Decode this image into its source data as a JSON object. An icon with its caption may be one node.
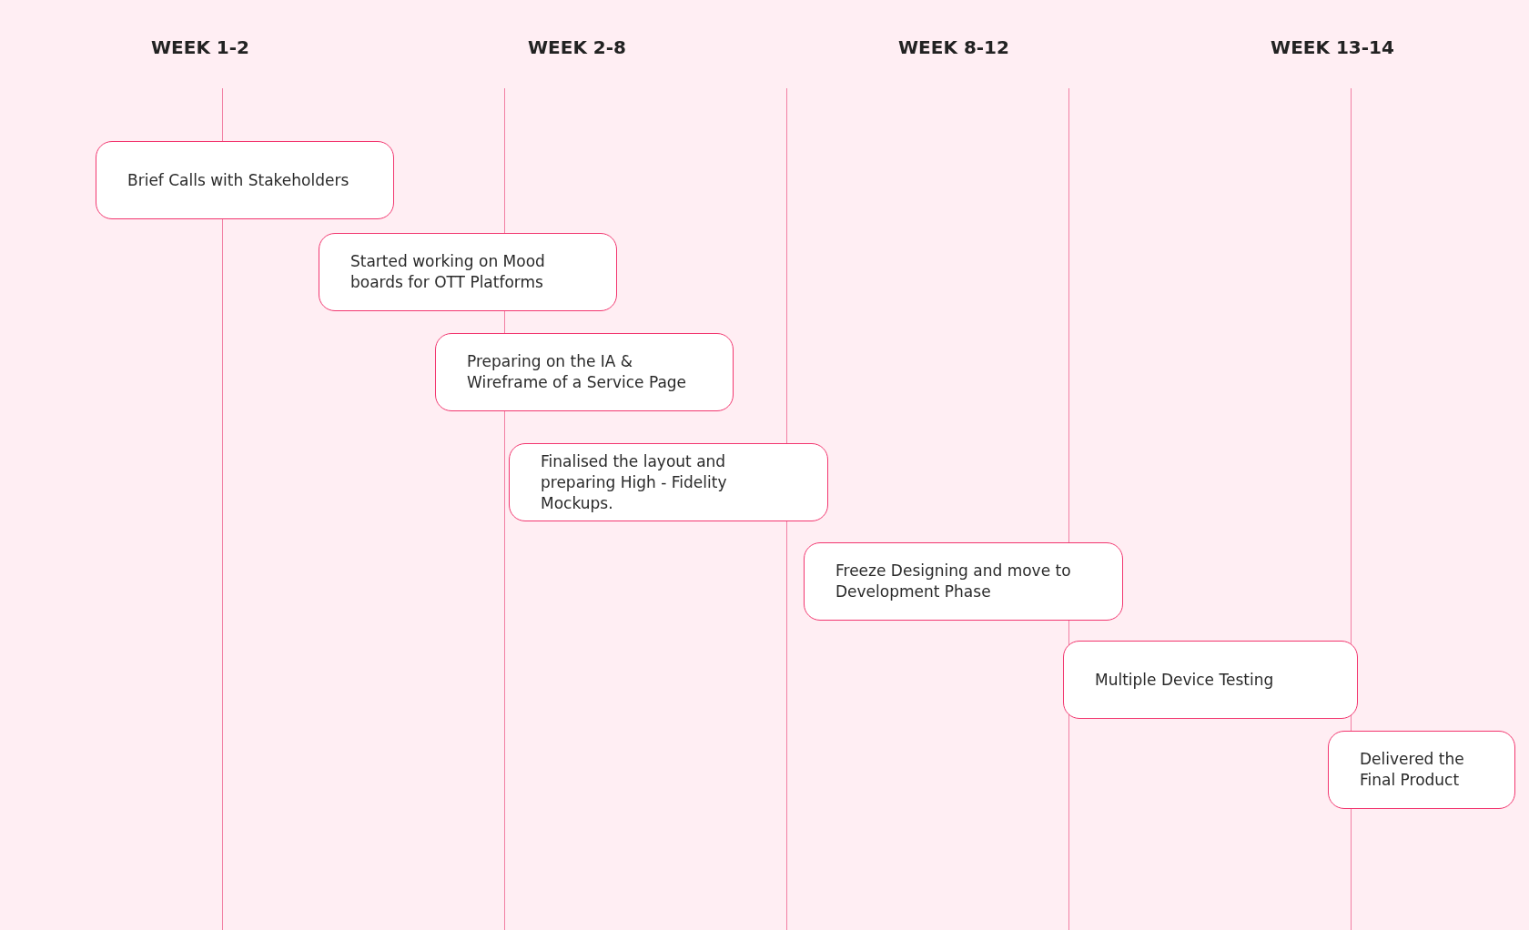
{
  "diagram": {
    "nodes": [
      {
        "text": [
          "Brief Calls with Stakeholders"
        ]
      },
      {
        "text": [
          "Started working on Mood boards for OTT Platforms"
        ]
      },
      {
        "text": [
          "Preparing on the IA & Wireframe of a Service Page"
        ]
      },
      {
        "text": [
          "Finalised the layout and preparing High - Fidelity Mockups."
        ]
      },
      {
        "text": [
          "Freeze Designing and move to Development Phase"
        ]
      },
      {
        "text": [
          "Multiple Device Testing"
        ]
      },
      {
        "text": [
          "Delivered the Final Product"
        ]
      }
    ],
    "labels": [
      "WEEK 1-2",
      "WEEK 2-8",
      "WEEK 8-12",
      "WEEK 13-14"
    ]
  }
}
